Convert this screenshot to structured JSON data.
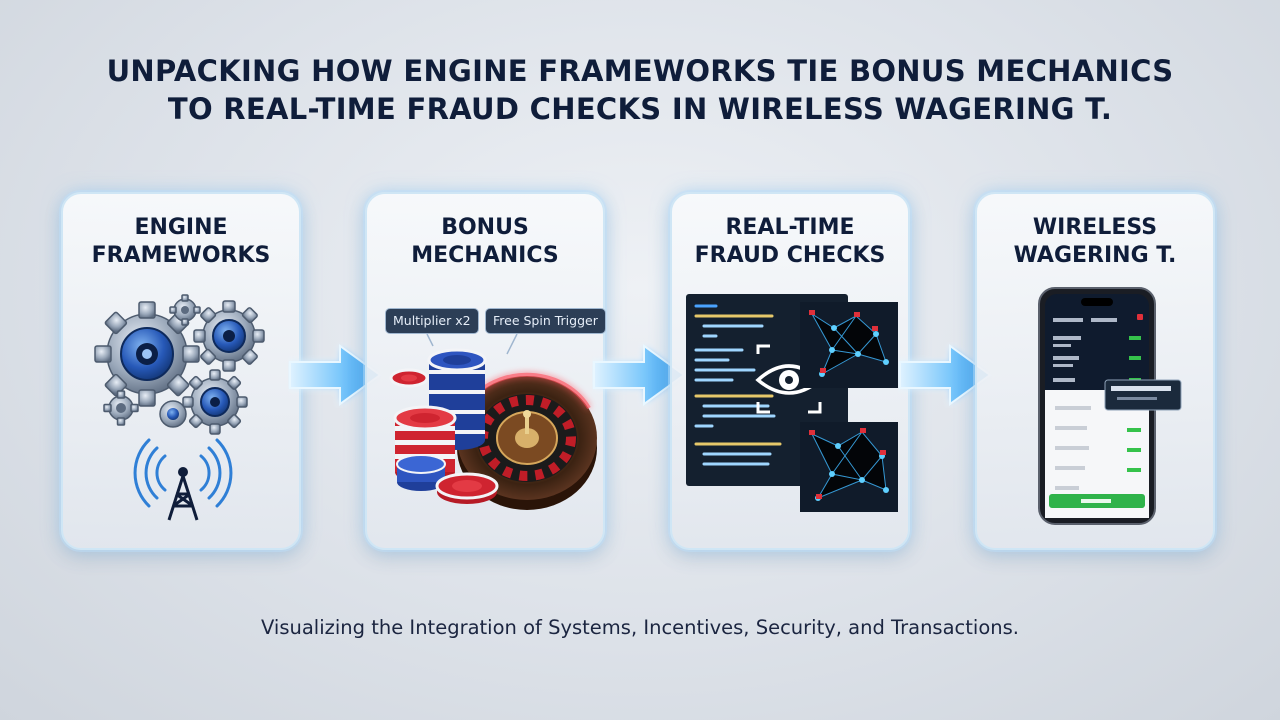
{
  "title_line1": "UNPACKING HOW ENGINE FRAMEWORKS TIE BONUS MECHANICS",
  "title_line2": "TO REAL-TIME FRAUD CHECKS IN WIRELESS WAGERING T.",
  "subtitle": "Visualizing the Integration of Systems, Incentives, Security, and Transactions.",
  "cards": [
    {
      "line1": "ENGINE",
      "line2": "FRAMEWORKS",
      "icons": [
        "gears-icon",
        "antenna-icon"
      ]
    },
    {
      "line1": "BONUS",
      "line2": "MECHANICS",
      "icons": [
        "casino-chips-icon",
        "roulette-wheel-icon"
      ],
      "tags": [
        "Multiplier x2",
        "Free Spin Trigger"
      ]
    },
    {
      "line1": "REAL-TIME",
      "line2": "FRAUD CHECKS",
      "icons": [
        "code-panel-icon",
        "eye-icon",
        "check-icon",
        "network-graph-icon"
      ]
    },
    {
      "line1": "WIRELESS",
      "line2": "WAGERING T.",
      "icons": [
        "smartphone-icon"
      ]
    }
  ],
  "colors": {
    "title": "#0f1d3a",
    "arrow": "#4fb0f2",
    "glow": "#8fd0ff",
    "chip_red": "#d2232e",
    "chip_blue": "#1f3f9a",
    "phone_accent": "#35c24b"
  }
}
